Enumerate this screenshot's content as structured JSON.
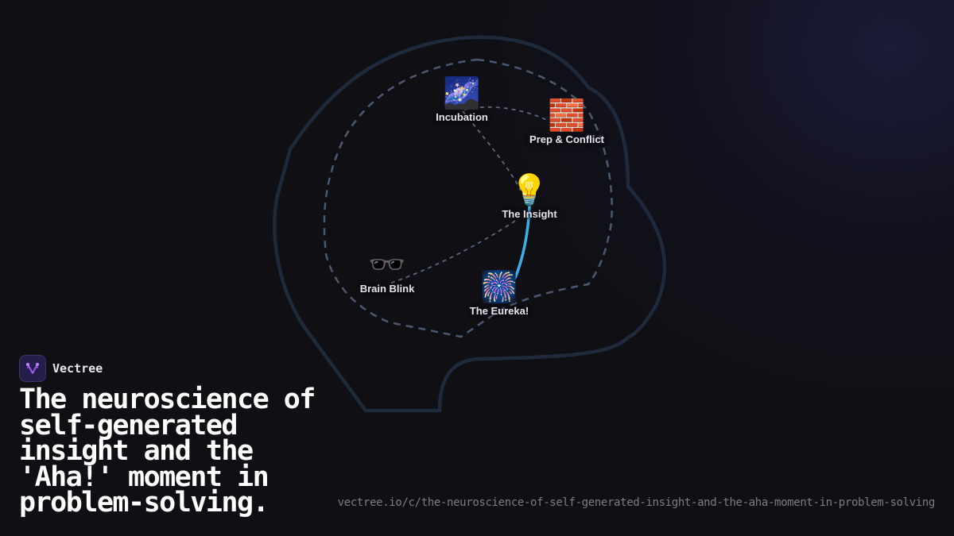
{
  "brand": {
    "name": "Vectree",
    "logo_icon": "vectree-fork-icon",
    "logo_bg": "#241f4a",
    "logo_accent": "#a855f7"
  },
  "title": "The neuroscience of self-generated insight and the 'Aha!' moment in problem-solving.",
  "url": "vectree.io/c/the-neuroscience-of-self-generated-insight-and-the-aha-moment-in-problem-solving",
  "diagram": {
    "outline_icon": "head-silhouette",
    "outline_color": "#1e2a3c",
    "dashed_color": "#4a5870",
    "highlight_color": "#3bb0ea",
    "nodes": [
      {
        "id": "incubation",
        "label": "Incubation",
        "icon": "milky-way-icon",
        "emoji": "🌌"
      },
      {
        "id": "prep",
        "label": "Prep & Conflict",
        "icon": "brick-wall-icon",
        "emoji": "🧱"
      },
      {
        "id": "insight",
        "label": "The Insight",
        "icon": "light-bulb-icon",
        "emoji": "💡"
      },
      {
        "id": "blink",
        "label": "Brain Blink",
        "icon": "sunglasses-icon",
        "emoji": "🕶️"
      },
      {
        "id": "eureka",
        "label": "The Eureka!",
        "icon": "fireworks-icon",
        "emoji": "🎆"
      }
    ],
    "edges": [
      {
        "from": "incubation",
        "to": "prep",
        "style": "dashed"
      },
      {
        "from": "incubation",
        "to": "insight",
        "style": "dashed"
      },
      {
        "from": "insight",
        "to": "blink",
        "style": "dashed"
      },
      {
        "from": "insight",
        "to": "eureka",
        "style": "highlight"
      }
    ]
  }
}
